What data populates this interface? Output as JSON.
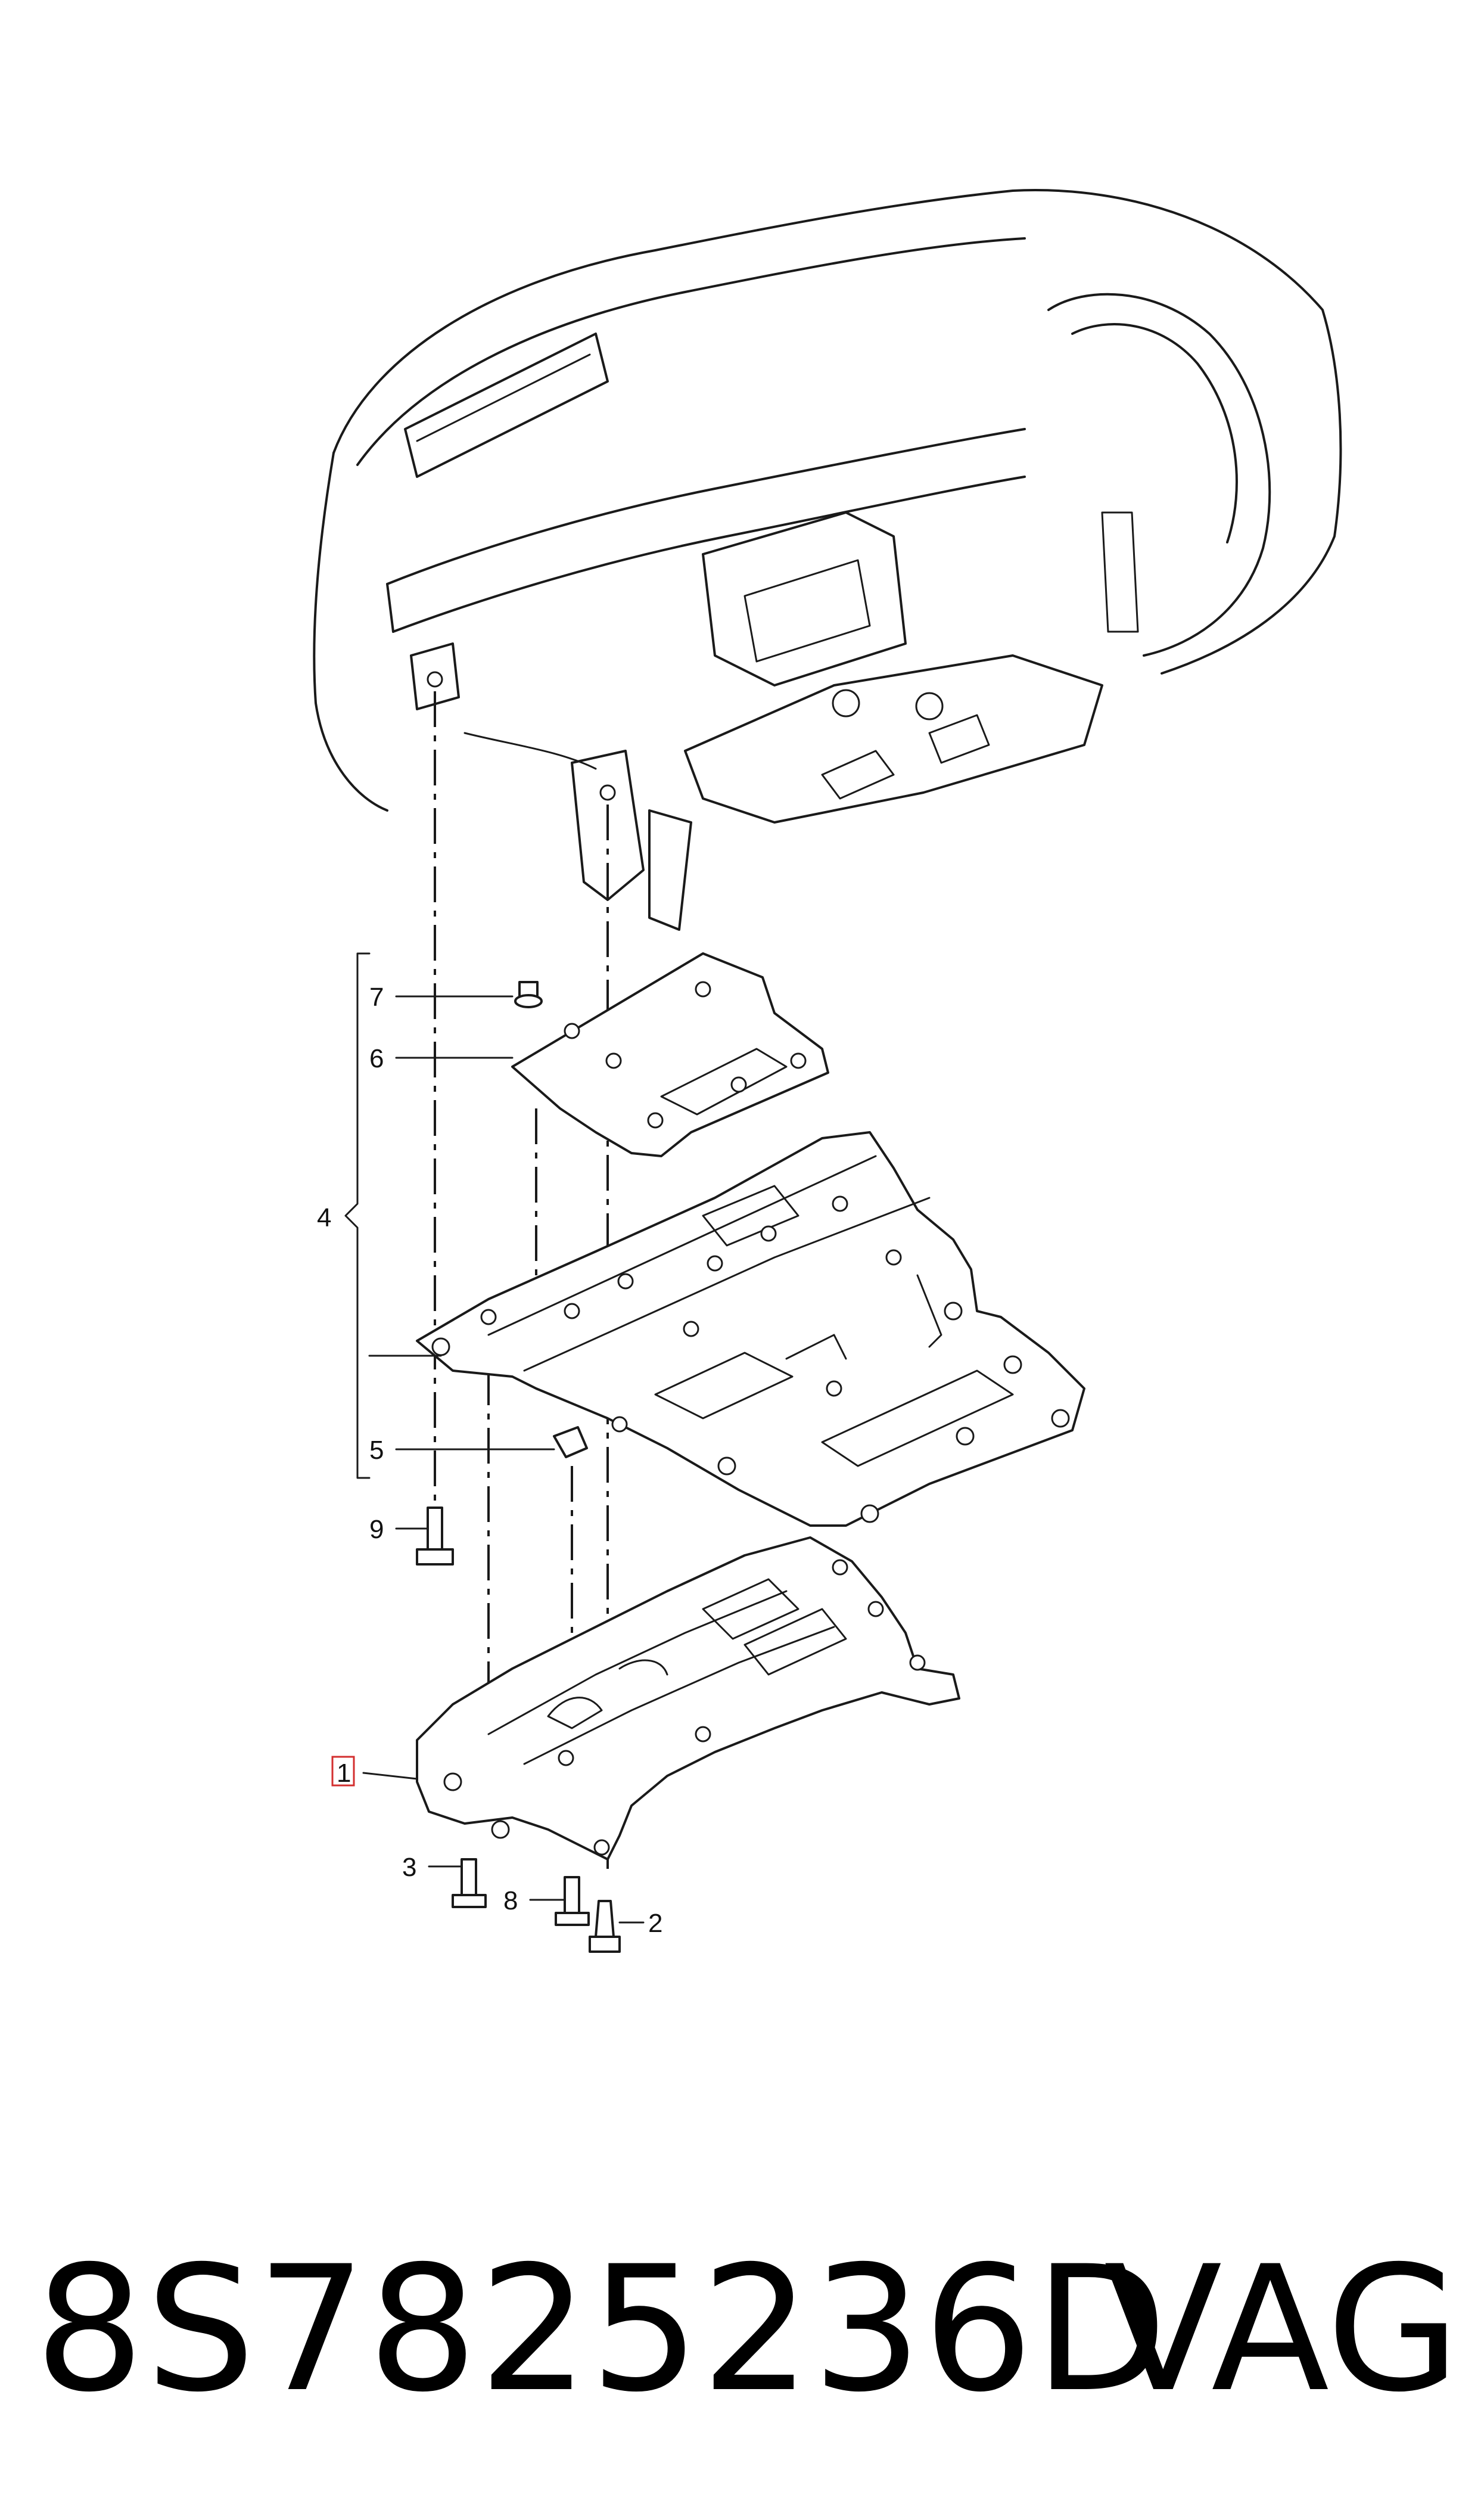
{
  "callouts": {
    "c1": "1",
    "c2": "2",
    "c3": "3",
    "c4": "4",
    "c5": "5",
    "c6": "6",
    "c7": "7",
    "c8": "8",
    "c9": "9"
  },
  "highlighted_callout": "1",
  "footer": {
    "part_number": "8S7825236D",
    "brand": "VAG"
  },
  "colors": {
    "line": "#1a1a1a",
    "highlight": "#d32f2f"
  }
}
